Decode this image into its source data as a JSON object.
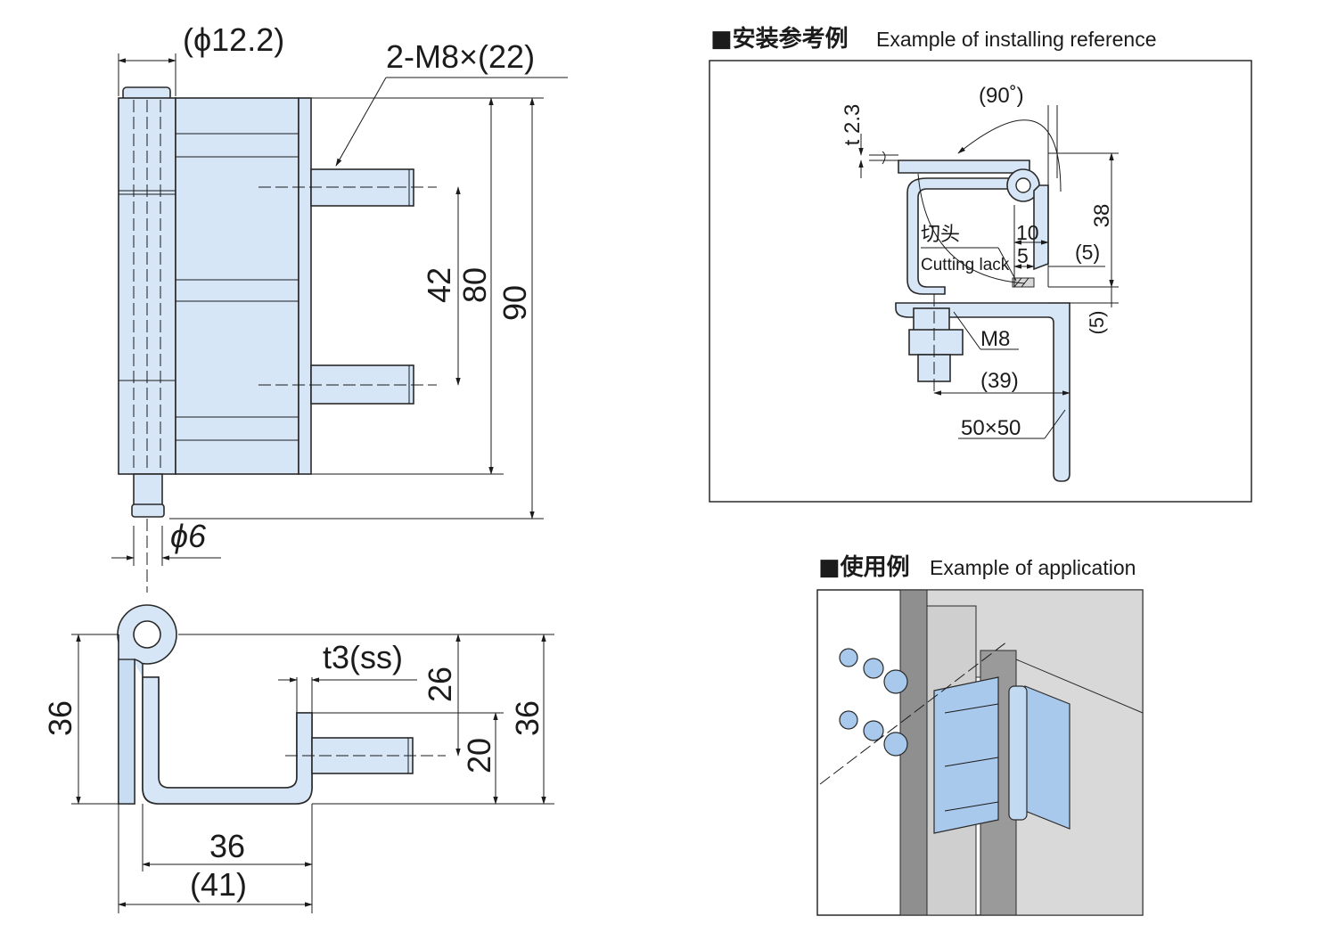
{
  "colors": {
    "part_fill": "#d6e6f7",
    "line": "#1b1b1b",
    "panel_grey": "#8f8f8f",
    "wall_grey": "#d8d8d8"
  },
  "front_view": {
    "pin_dia": "(ϕ12.2)",
    "bolt_spec": "2-M8×(22)",
    "bolt_pitch": "42",
    "plate_height": "80",
    "overall_height": "90",
    "pin_end_dia": "ϕ6"
  },
  "top_view": {
    "thickness": "t3(ss)",
    "bolt_offset": "26",
    "bend_height": "20",
    "left_height": "36",
    "right_height": "36",
    "inner_width": "36",
    "outer_width": "(41)"
  },
  "install": {
    "title_ja": "■安装参考例",
    "title_en": "Example of installing reference",
    "angle": "(90˚)",
    "plate_t": "t 2.3",
    "dim_38": "38",
    "dim_10": "10",
    "dim_5": "5",
    "dim_5b": "(5)",
    "dim_5c": "(5)",
    "cut_ja": "切头",
    "cut_en": "Cutting lack",
    "bolt": "M8",
    "dim_39": "(39)",
    "angle_size": "50×50"
  },
  "application": {
    "title_ja": "■使用例",
    "title_en": "Example of application"
  }
}
